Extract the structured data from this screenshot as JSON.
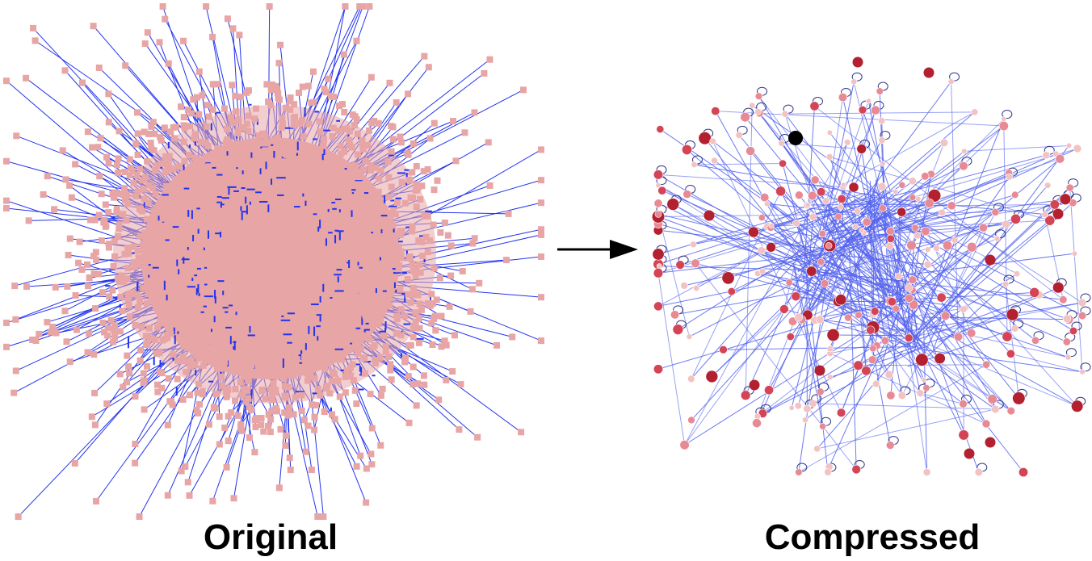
{
  "panels": {
    "left": {
      "caption": "Original",
      "node_shape": "square",
      "node_color": "#e8a5a5",
      "edge_color": "#2233ee"
    },
    "right": {
      "caption": "Compressed",
      "node_shape": "circle",
      "node_colors": [
        "#f3c2c2",
        "#e88a95",
        "#d44456",
        "#b3202f",
        "#000000"
      ],
      "edge_color": "#5564ee"
    }
  },
  "arrow": {
    "icon": "arrow-right-icon",
    "color": "#000000"
  }
}
